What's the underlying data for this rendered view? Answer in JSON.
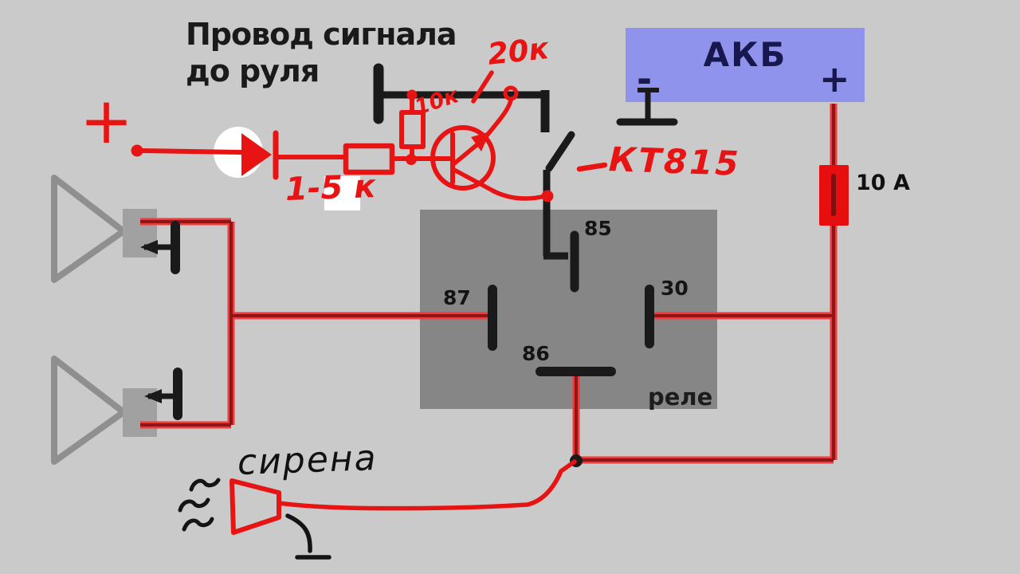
{
  "colors": {
    "background": "#cacaca",
    "relay_fill": "#868686",
    "battery_fill": "#9093ec",
    "battery_text": "#18184f",
    "wire_halo": "#ef3b3b",
    "wire_core": "#8e1616",
    "marker_red": "#e81414",
    "fuse_red": "#e60e0e",
    "ink_black": "#1a1a1a",
    "horn_gray": "#8f8f8f",
    "horn_box": "#a1a1a1"
  },
  "title": {
    "line1": "Провод сигнала",
    "line2": "до руля"
  },
  "battery": {
    "name": "АКБ",
    "minus": "-",
    "plus": "+"
  },
  "fuse": {
    "rating": "10 А"
  },
  "relay": {
    "name": "реле",
    "pin_85": "85",
    "pin_87": "87",
    "pin_30": "30",
    "pin_86": "86"
  },
  "annotations": {
    "supply_plus": "+",
    "base_resistor": "1-5 к",
    "pullup_resistor": "10к",
    "collector_resistor": "20к",
    "transistor": "КТ815",
    "siren": "сирена"
  }
}
